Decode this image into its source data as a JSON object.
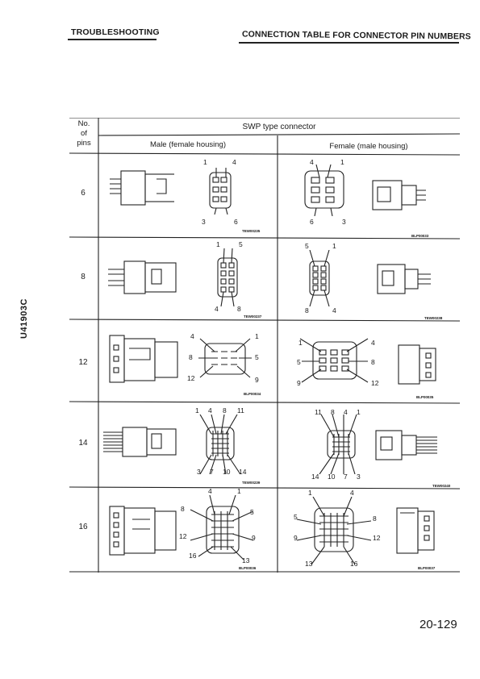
{
  "header": {
    "section": "TROUBLESHOOTING",
    "title": "CONNECTION TABLE FOR CONNECTOR PIN NUMBERS"
  },
  "side_code": "U41903C",
  "page_number": "20-129",
  "table": {
    "col_pins_header": [
      "No.",
      "of",
      "pins"
    ],
    "group_header": "SWP type connector",
    "male_header": "Male (female housing)",
    "female_header": "Female (male housing)",
    "rows": [
      {
        "pins": "6",
        "male_labels": [
          "1",
          "4",
          "3",
          "6"
        ],
        "male_code": "TEW00235",
        "female_labels": [
          "4",
          "1",
          "6",
          "3"
        ],
        "female_code": "BLP00033"
      },
      {
        "pins": "8",
        "male_labels": [
          "1",
          "5",
          "4",
          "8"
        ],
        "male_code": "TEW00237",
        "female_labels": [
          "5",
          "1",
          "8",
          "4"
        ],
        "female_code": "TEW00238"
      },
      {
        "pins": "12",
        "male_labels": [
          "4",
          "1",
          "8",
          "5",
          "12",
          "9"
        ],
        "male_code": "BLP00034",
        "female_labels": [
          "1",
          "4",
          "5",
          "8",
          "9",
          "12"
        ],
        "female_code": "BLP00035"
      },
      {
        "pins": "14",
        "male_labels": [
          "1",
          "4",
          "8",
          "11",
          "3",
          "7",
          "10",
          "14"
        ],
        "male_code": "TEW00239",
        "female_labels": [
          "11",
          "8",
          "4",
          "1",
          "14",
          "10",
          "7",
          "3"
        ],
        "female_code": "TEW00240"
      },
      {
        "pins": "16",
        "male_labels": [
          "4",
          "1",
          "8",
          "5",
          "12",
          "9",
          "16",
          "13"
        ],
        "male_code": "BLP00036",
        "female_labels": [
          "1",
          "4",
          "5",
          "8",
          "9",
          "12",
          "13",
          "16"
        ],
        "female_code": "BLP00037"
      }
    ]
  }
}
